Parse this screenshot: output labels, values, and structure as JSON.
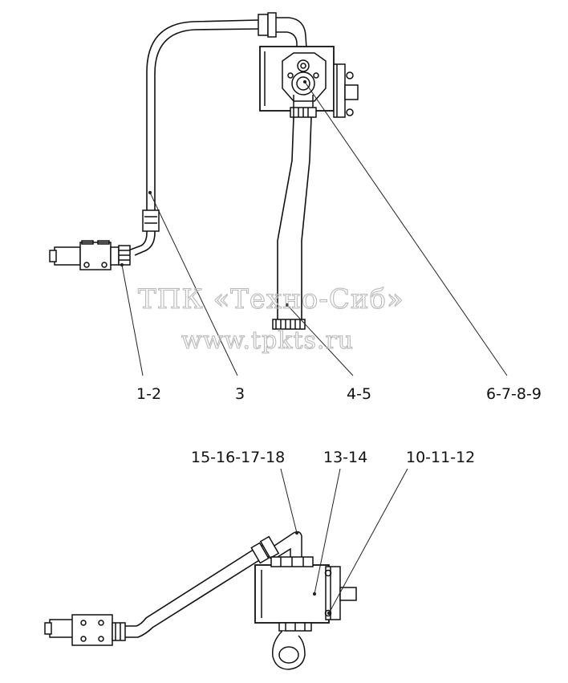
{
  "watermark": {
    "company": "ТПК «Техно-Сиб»",
    "site": "www.tpkts.ru"
  },
  "callouts": {
    "top": [
      "1-2",
      "3",
      "4-5",
      "6-7-8-9"
    ],
    "bottom": [
      "15-16-17-18",
      "13-14",
      "10-11-12"
    ]
  }
}
